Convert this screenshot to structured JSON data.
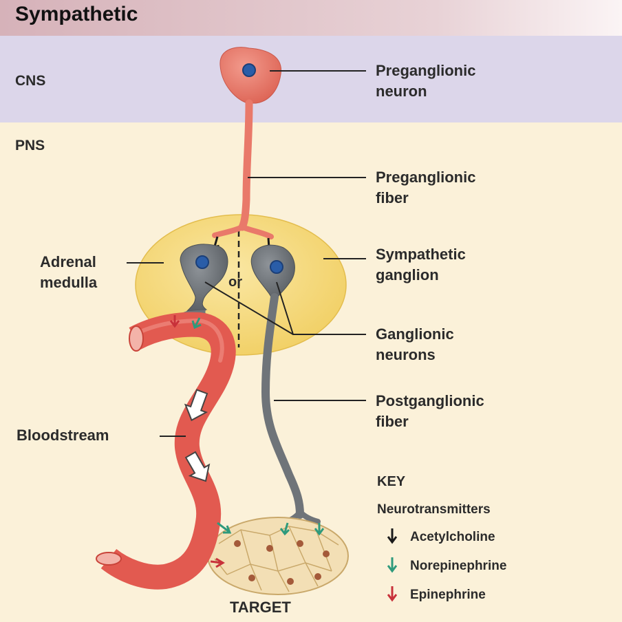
{
  "header": {
    "title": "Sympathetic"
  },
  "zones": {
    "cns": "CNS",
    "pns": "PNS"
  },
  "labels": {
    "preganglionic_neuron": [
      "Preganglionic",
      "neuron"
    ],
    "preganglionic_fiber": [
      "Preganglionic",
      "fiber"
    ],
    "sympathetic_ganglion": [
      "Sympathetic",
      "ganglion"
    ],
    "ganglionic_neurons": [
      "Ganglionic",
      "neurons"
    ],
    "postganglionic_fiber": [
      "Postganglionic",
      "fiber"
    ],
    "adrenal_medulla": [
      "Adrenal",
      "medulla"
    ],
    "bloodstream": "Bloodstream",
    "target": "TARGET",
    "or": "or"
  },
  "key": {
    "title": "KEY",
    "subtitle": "Neurotransmitters",
    "items": [
      {
        "label": "Acetylcholine",
        "color": "#1a1a1a"
      },
      {
        "label": "Norepinephrine",
        "color": "#2e9a7c"
      },
      {
        "label": "Epinephrine",
        "color": "#c8313a"
      }
    ]
  },
  "colors": {
    "header_band": "#d9b9bf",
    "cns_band": "#dcd6ea",
    "pns_band": "#fbf1d9",
    "neuron_salmon": "#e9796a",
    "ganglion_gray": "#6f7479",
    "ganglion_yellow": "#f6d97a",
    "nucleus_blue": "#2a5da8",
    "vessel_red": "#e25a50",
    "target_tissue": "#f3dfb5"
  }
}
